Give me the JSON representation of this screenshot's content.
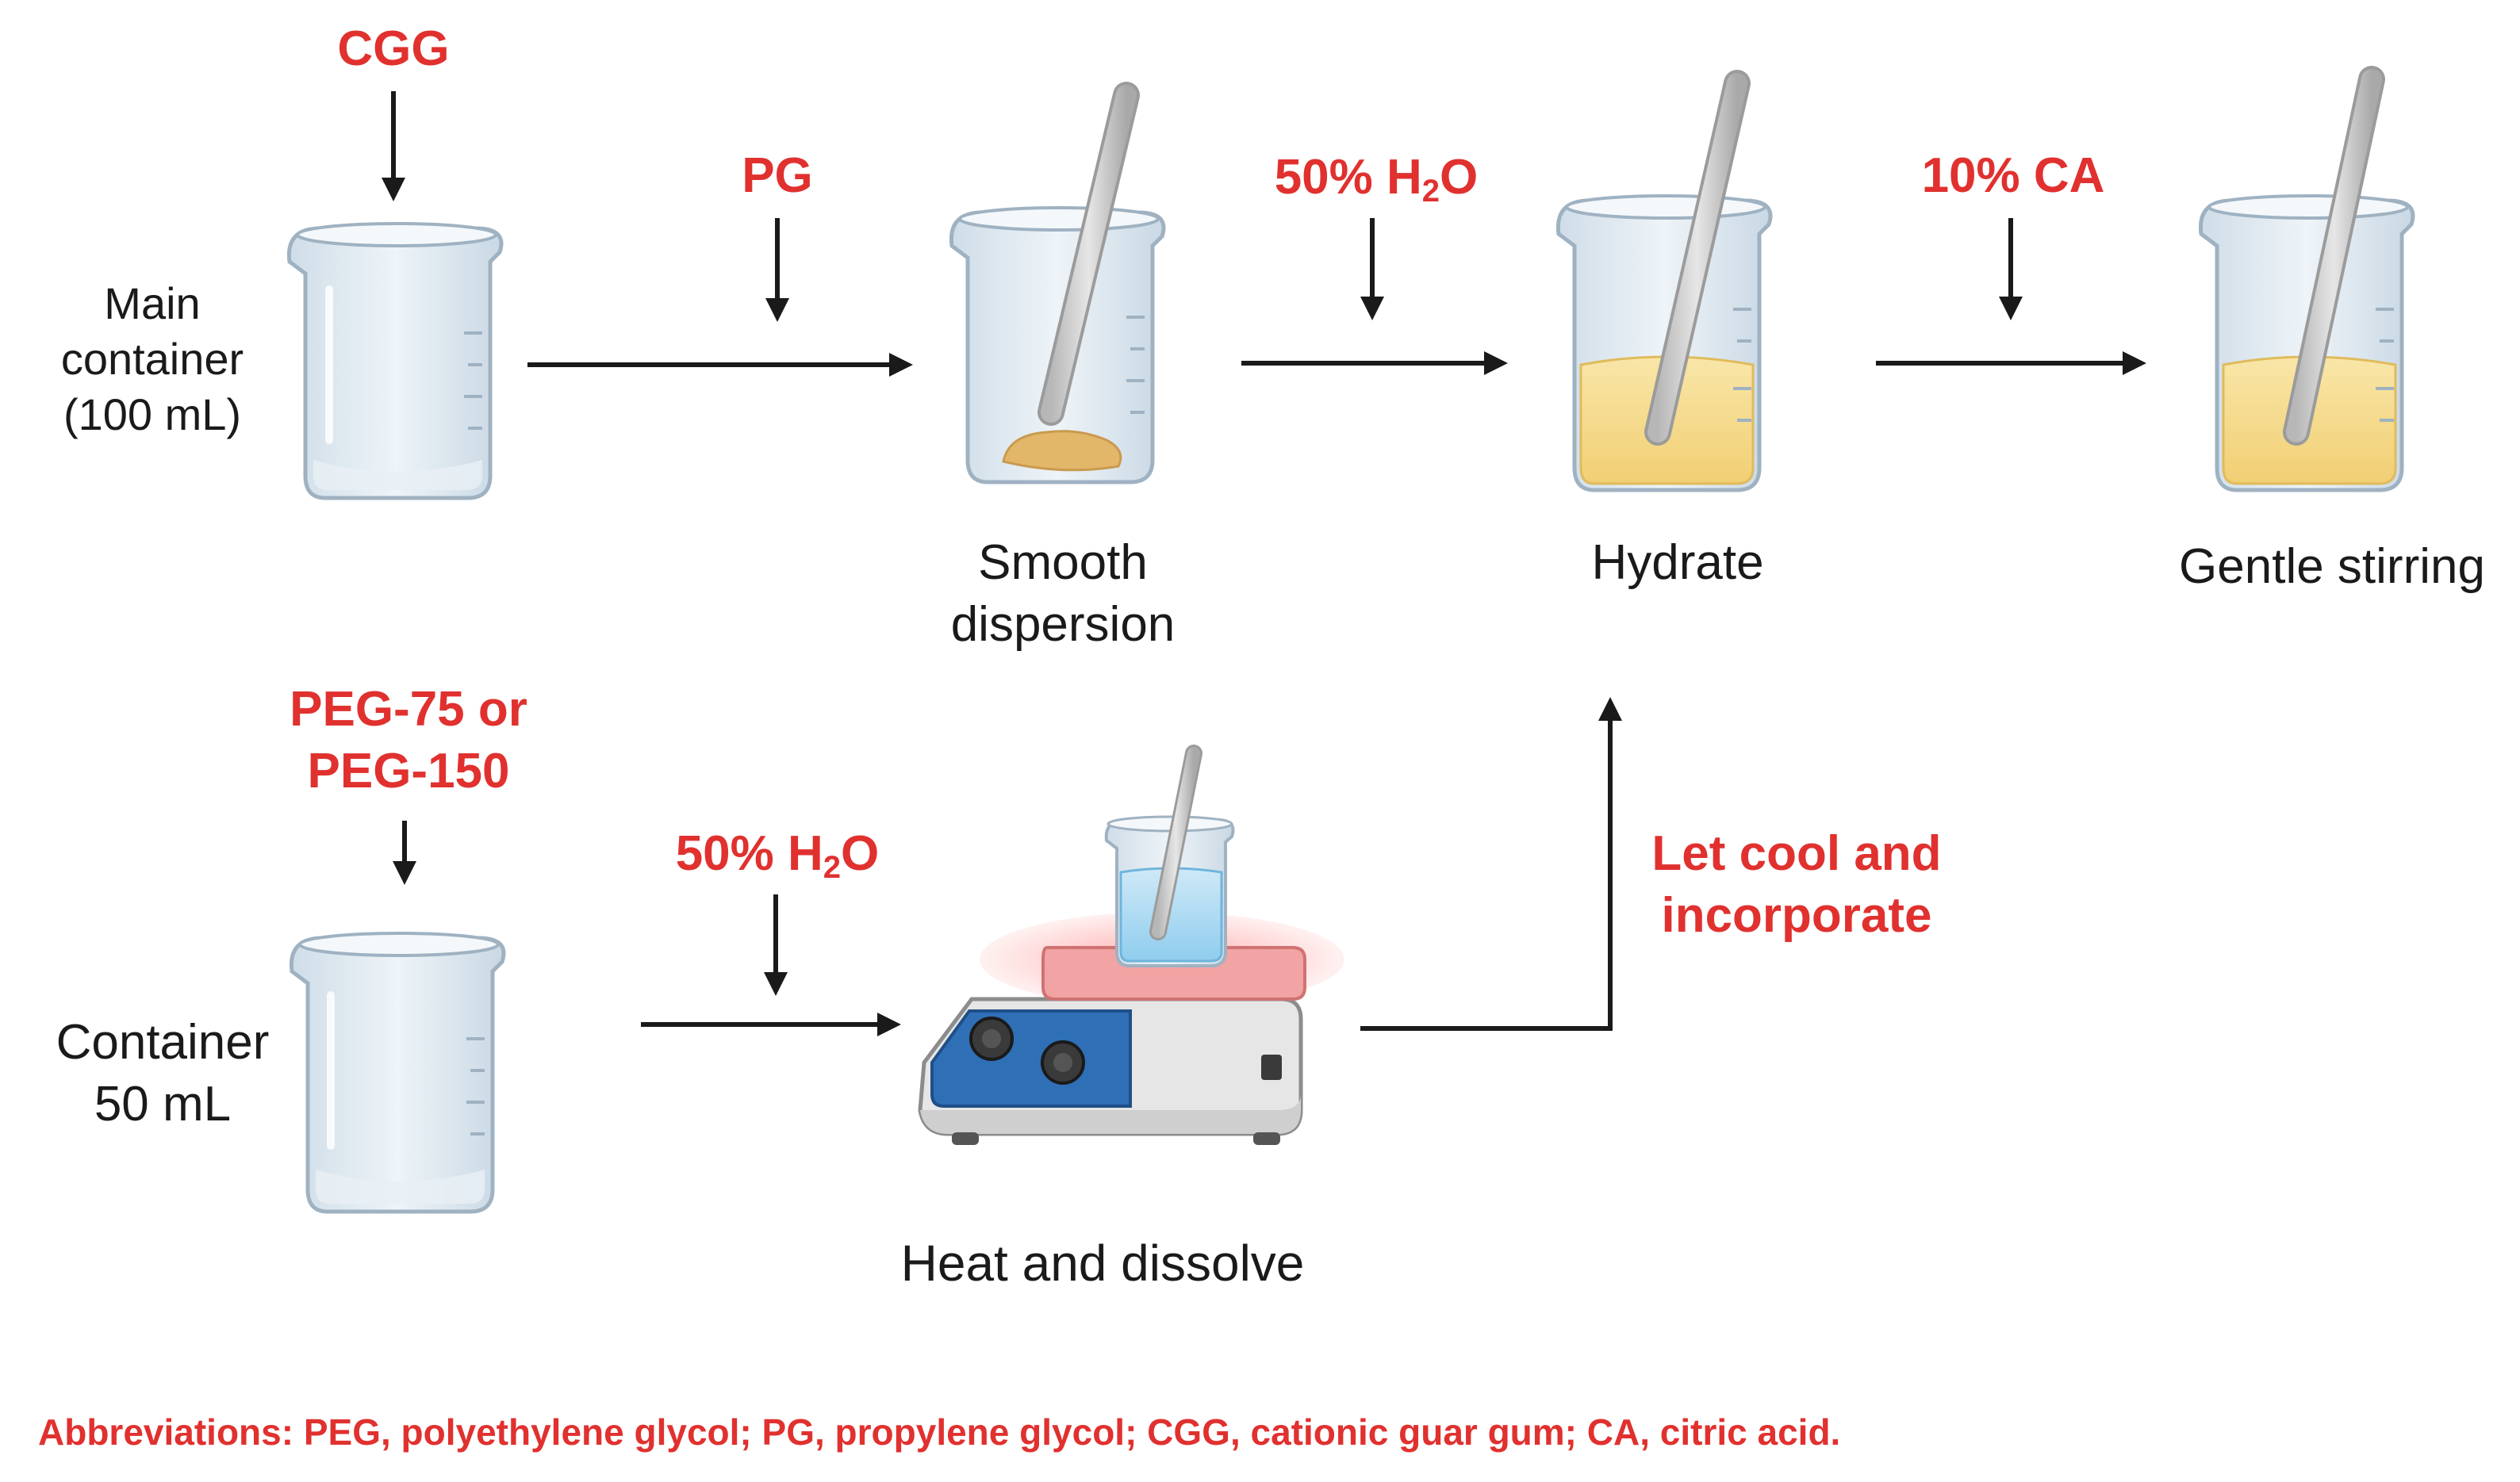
{
  "colors": {
    "accent_red": "#E0312F",
    "text_black": "#1a1a1a",
    "arrow": "#1a1a1a",
    "glass": "#dfe9f1",
    "liquid": "#f6dc92",
    "powder": "#e2b76a",
    "water": "#bfe1f4",
    "hotplate_top": "#f2a3a3",
    "hotplate_base": "#e3e3e3",
    "knob_panel": "#2f6fb6"
  },
  "top_row": {
    "main_container_line1": "Main",
    "main_container_line2": "container",
    "main_container_line3": "(100 mL)",
    "ingredient_cgg": "CGG",
    "ingredient_pg": "PG",
    "ingredient_water_prefix": "50% H",
    "ingredient_water_sub": "2",
    "ingredient_water_suffix": "O",
    "ingredient_ca": "10% CA",
    "step_smooth_line1": "Smooth",
    "step_smooth_line2": "dispersion",
    "step_hydrate": "Hydrate",
    "step_gentle": "Gentle stirring"
  },
  "bottom_row": {
    "ingredient_peg_line1": "PEG-75 or",
    "ingredient_peg_line2": "PEG-150",
    "container_line1": "Container",
    "container_line2": "50 mL",
    "ingredient_water_prefix": "50% H",
    "ingredient_water_sub": "2",
    "ingredient_water_suffix": "O",
    "step_heat": "Heat and dissolve",
    "step_cool_line1": "Let cool and",
    "step_cool_line2": "incorporate"
  },
  "footer": {
    "abbreviations": "Abbreviations: PEG, polyethylene glycol; PG, propylene glycol; CGG, cationic guar gum; CA, citric acid."
  }
}
